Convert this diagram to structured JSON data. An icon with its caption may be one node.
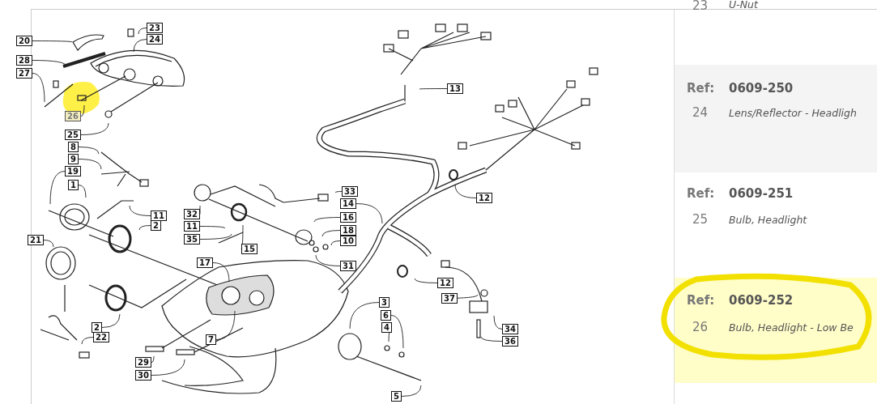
{
  "diagram": {
    "nodes": [
      {
        "text": [
          "20"
        ]
      },
      {
        "text": [
          "23"
        ]
      },
      {
        "text": [
          "24"
        ]
      },
      {
        "text": [
          "28"
        ]
      },
      {
        "text": [
          "27"
        ]
      },
      {
        "text": [
          "26"
        ]
      },
      {
        "text": [
          "25"
        ]
      },
      {
        "text": [
          "8"
        ]
      },
      {
        "text": [
          "9"
        ]
      },
      {
        "text": [
          "19"
        ]
      },
      {
        "text": [
          "1"
        ]
      },
      {
        "text": [
          "11"
        ]
      },
      {
        "text": [
          "2"
        ]
      },
      {
        "text": [
          "21"
        ]
      },
      {
        "text": [
          "2"
        ]
      },
      {
        "text": [
          "22"
        ]
      },
      {
        "text": [
          "32"
        ]
      },
      {
        "text": [
          "11"
        ]
      },
      {
        "text": [
          "35"
        ]
      },
      {
        "text": [
          "33"
        ]
      },
      {
        "text": [
          "14"
        ]
      },
      {
        "text": [
          "16"
        ]
      },
      {
        "text": [
          "18"
        ]
      },
      {
        "text": [
          "10"
        ]
      },
      {
        "text": [
          "15"
        ]
      },
      {
        "text": [
          "31"
        ]
      },
      {
        "text": [
          "17"
        ]
      },
      {
        "text": [
          "13"
        ]
      },
      {
        "text": [
          "12"
        ]
      },
      {
        "text": [
          "12"
        ]
      },
      {
        "text": [
          "37"
        ]
      },
      {
        "text": [
          "34"
        ]
      },
      {
        "text": [
          "36"
        ]
      },
      {
        "text": [
          "3"
        ]
      },
      {
        "text": [
          "6"
        ]
      },
      {
        "text": [
          "4"
        ]
      },
      {
        "text": [
          "7"
        ]
      },
      {
        "text": [
          "29"
        ]
      },
      {
        "text": [
          "30"
        ]
      },
      {
        "text": [
          "5"
        ]
      }
    ],
    "edges": [
      {
        "from": 0,
        "to": null,
        "arrow": "none"
      },
      {
        "from": 1,
        "to": null,
        "arrow": "none"
      },
      {
        "from": 2,
        "to": null,
        "arrow": "none"
      },
      {
        "from": 3,
        "to": null,
        "arrow": "none"
      },
      {
        "from": 4,
        "to": null,
        "arrow": "none"
      },
      {
        "from": 5,
        "to": null,
        "arrow": "none"
      },
      {
        "from": 6,
        "to": null,
        "arrow": "none"
      },
      {
        "from": 7,
        "to": null,
        "arrow": "none"
      },
      {
        "from": 8,
        "to": null,
        "arrow": "none"
      },
      {
        "from": 9,
        "to": null,
        "arrow": "none"
      },
      {
        "from": 10,
        "to": null,
        "arrow": "none"
      },
      {
        "from": 11,
        "to": null,
        "arrow": "none"
      },
      {
        "from": 12,
        "to": null,
        "arrow": "none"
      },
      {
        "from": 13,
        "to": null,
        "arrow": "none"
      },
      {
        "from": 14,
        "to": null,
        "arrow": "none"
      },
      {
        "from": 15,
        "to": null,
        "arrow": "none"
      },
      {
        "from": 16,
        "to": null,
        "arrow": "none"
      },
      {
        "from": 17,
        "to": null,
        "arrow": "none"
      },
      {
        "from": 18,
        "to": null,
        "arrow": "none"
      },
      {
        "from": 19,
        "to": null,
        "arrow": "none"
      },
      {
        "from": 20,
        "to": null,
        "arrow": "none"
      },
      {
        "from": 21,
        "to": null,
        "arrow": "none"
      },
      {
        "from": 22,
        "to": null,
        "arrow": "none"
      },
      {
        "from": 23,
        "to": null,
        "arrow": "none"
      },
      {
        "from": 24,
        "to": null,
        "arrow": "none"
      },
      {
        "from": 25,
        "to": null,
        "arrow": "none"
      },
      {
        "from": 26,
        "to": null,
        "arrow": "none"
      },
      {
        "from": 27,
        "to": null,
        "arrow": "none"
      },
      {
        "from": 28,
        "to": null,
        "arrow": "none"
      },
      {
        "from": 29,
        "to": null,
        "arrow": "none"
      },
      {
        "from": 30,
        "to": null,
        "arrow": "none"
      },
      {
        "from": 31,
        "to": null,
        "arrow": "none"
      },
      {
        "from": 32,
        "to": null,
        "arrow": "none"
      },
      {
        "from": 33,
        "to": null,
        "arrow": "none"
      },
      {
        "from": 34,
        "to": null,
        "arrow": "none"
      },
      {
        "from": 35,
        "to": null,
        "arrow": "none"
      },
      {
        "from": 36,
        "to": null,
        "arrow": "none"
      },
      {
        "from": 37,
        "to": null,
        "arrow": "none"
      },
      {
        "from": 38,
        "to": null,
        "arrow": "none"
      },
      {
        "from": 39,
        "to": null,
        "arrow": "none"
      }
    ],
    "labels": [
      "23",
      "U-Nut",
      "Ref:",
      "0609-250",
      "24",
      "Lens/Reflector - Headligh",
      "Ref:",
      "0609-251",
      "25",
      "Bulb, Headlight",
      "Ref:",
      "0609-252",
      "26",
      "Bulb, Headlight - Low Be"
    ]
  }
}
